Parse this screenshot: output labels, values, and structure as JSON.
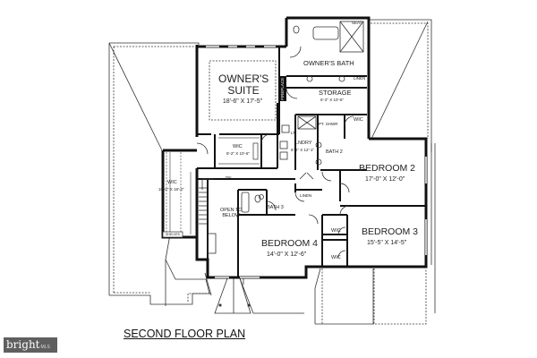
{
  "plan": {
    "title": "SECOND FLOOR PLAN",
    "rooms": [
      {
        "id": "owners-suite",
        "name_line1": "OWNER'S",
        "name_line2": "SUITE",
        "dimensions": "18'-6\" X 17'-5\""
      },
      {
        "id": "owners-bath",
        "name": "OWNER'S BATH"
      },
      {
        "id": "storage",
        "name": "STORAGE",
        "dimensions": "6'-2\" X 10'-6\""
      },
      {
        "id": "fireplace",
        "name": "FIREPLACE"
      },
      {
        "id": "seat",
        "name": "SEAT"
      },
      {
        "id": "linen-upper",
        "name": "LINEN"
      },
      {
        "id": "laundry",
        "name": "LNDRY",
        "dimensions": "6'-6\" X 12'-1\""
      },
      {
        "id": "lt",
        "name": "LT"
      },
      {
        "id": "pt-shwr",
        "name": "PT. SHWR"
      },
      {
        "id": "bath-2",
        "name": "BATH 2"
      },
      {
        "id": "wic-bath2",
        "name": "WIC"
      },
      {
        "id": "wic-suite",
        "name": "WIC",
        "dimensions": "8'-2\" X 10'-6\""
      },
      {
        "id": "wic-large",
        "name": "WIC",
        "dimensions": "10'-0\" X 18'-4\""
      },
      {
        "id": "bedroom-2",
        "name": "BEDROOM 2",
        "dimensions": "17'-0\" X 12'-0\""
      },
      {
        "id": "bedroom-3",
        "name": "BEDROOM 3",
        "dimensions": "15'-5\" X 14'-5\""
      },
      {
        "id": "bedroom-4",
        "name": "BEDROOM 4",
        "dimensions": "14'-0\" X 12'-6\""
      },
      {
        "id": "bath-3",
        "name": "BATH 3"
      },
      {
        "id": "linen-lower",
        "name": "LINEN"
      },
      {
        "id": "wic-b3-a",
        "name": "WIC"
      },
      {
        "id": "wic-b3-b",
        "name": "WIC"
      },
      {
        "id": "open-to-below",
        "name_line1": "OPEN TO",
        "name_line2": "BELOW"
      },
      {
        "id": "stair-dn",
        "name": "DN"
      },
      {
        "id": "shelves",
        "name": "SHELVES"
      }
    ]
  },
  "watermark": {
    "brand": "bright",
    "suffix": "MLS",
    "bg_color": "#5f5f5f",
    "accent_color": "#e05a6a"
  },
  "colors": {
    "wall": "#111111",
    "line": "#333333",
    "background": "#ffffff"
  }
}
